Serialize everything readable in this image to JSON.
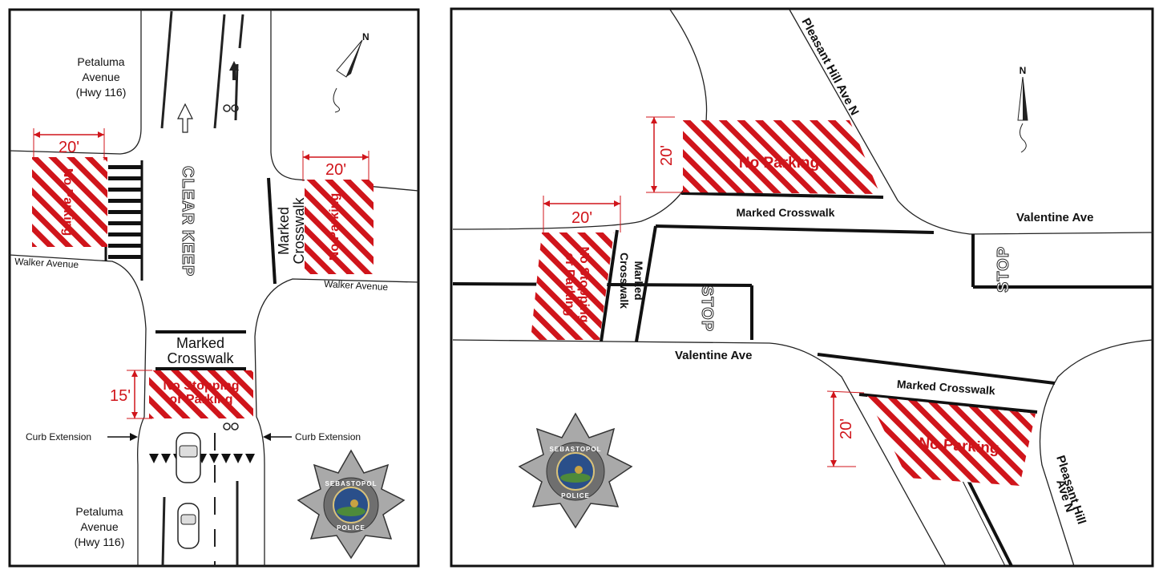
{
  "colors": {
    "restriction_red": "#d0151b",
    "curb_line": "#222222",
    "badge_silver": "#a9a9a9",
    "badge_blue": "#2a4f8a"
  },
  "left_map": {
    "street_top": "Petaluma Avenue (Hwy 116)",
    "street_top_lines": [
      "Petaluma",
      "Avenue",
      "(Hwy 116)"
    ],
    "street_bottom_lines": [
      "Petaluma",
      "Avenue",
      "(Hwy 116)"
    ],
    "cross_street_left": "Walker Avenue",
    "cross_street_right": "Walker Avenue",
    "dim_left": "20'",
    "dim_right": "20'",
    "dim_bottom": "15'",
    "no_parking_left": "No Parking",
    "no_parking_right": "No Parking",
    "crosswalk_right_lines": [
      "Marked",
      "Crosswalk"
    ],
    "crosswalk_bottom_lines": [
      "Marked",
      "Crosswalk"
    ],
    "no_stopping_lines": [
      "No Stopping",
      "or Parking"
    ],
    "pavement_word_1": "CLEAR",
    "pavement_word_2": "KEEP",
    "curb_ext_left": "Curb Extension",
    "curb_ext_right": "Curb Extension",
    "north": "N",
    "badge_top": "SEBASTOPOL",
    "badge_bottom": "POLICE"
  },
  "right_map": {
    "street_ne": "Pleasant Hill Ave N",
    "street_se_lines": [
      "Pleasant Hill",
      "Ave N"
    ],
    "street_east": "Valentine Ave",
    "street_west": "Valentine Ave",
    "dim_top": "20'",
    "dim_left": "20'",
    "dim_bottom": "20'",
    "no_parking_top": "No Parking",
    "no_parking_bottom": "No Parking",
    "no_stopping_lines": [
      "No Stopping",
      "or Parking"
    ],
    "crosswalk_top": "Marked Crosswalk",
    "crosswalk_bottom": "Marked Crosswalk",
    "crosswalk_left_lines": [
      "Marked",
      "Crosswalk"
    ],
    "stop_word": "STOP",
    "north": "N",
    "badge_top": "SEBASTOPOL",
    "badge_bottom": "POLICE"
  }
}
